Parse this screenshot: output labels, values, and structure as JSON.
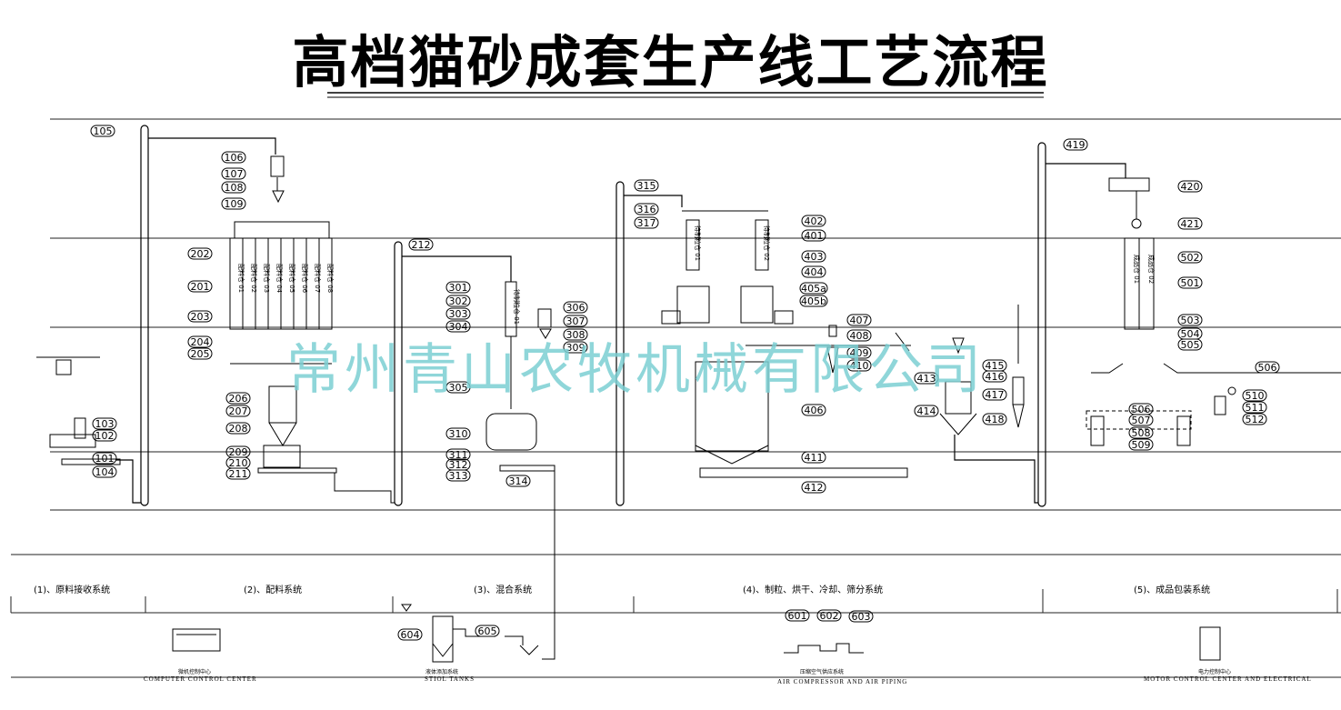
{
  "title": "高档猫砂成套生产线工艺流程",
  "watermark": "常州青山农牧机械有限公司",
  "labels": [
    "105",
    "106",
    "107",
    "108",
    "109",
    "202",
    "201",
    "203",
    "204",
    "205",
    "103",
    "102",
    "101",
    "104",
    "206",
    "207",
    "208",
    "209",
    "210",
    "211",
    "212",
    "301",
    "302",
    "303",
    "304",
    "305",
    "306",
    "307",
    "308",
    "309",
    "310",
    "311",
    "312",
    "313",
    "314",
    "315",
    "316",
    "317",
    "402",
    "401",
    "403",
    "404",
    "405a",
    "405b",
    "407",
    "408",
    "409",
    "410",
    "406",
    "411",
    "412",
    "413",
    "414",
    "415",
    "416",
    "417",
    "418",
    "419",
    "420",
    "421",
    "502",
    "501",
    "503",
    "504",
    "505",
    "506",
    "506",
    "507",
    "508",
    "509",
    "510",
    "511",
    "512",
    "601",
    "602",
    "603",
    "604",
    "605"
  ],
  "bins_a": [
    "配料仓 01",
    "配料仓 02",
    "配料仓 03",
    "配料仓 04",
    "配料仓 05",
    "配料仓 06",
    "配料仓 07",
    "配料仓 08"
  ],
  "bin_mix": "待制粒仓 01",
  "bins_c": [
    "待制粒仓 01",
    "待制粒仓 02"
  ],
  "bins_d": [
    "成品仓 01",
    "成品仓 02"
  ],
  "sections": [
    "(1)、原料接收系统",
    "(2)、配料系统",
    "(3)、混合系统",
    "(4)、制粒、烘干、冷却、筛分系统",
    "(5)、成品包装系统"
  ],
  "captions": {
    "c1_cn": "微机控制中心",
    "c1_en": "COMPUTER CONTROL CENTER",
    "c2_cn": "液体添加系统",
    "c2_en": "STIOL TANKS",
    "c3_cn": "压缩空气供应系统",
    "c3_en": "AIR COMPRESSOR AND AIR PIPING",
    "c4_cn": "电力控制中心",
    "c4_en": "MOTOR CONTROL CENTER AND ELECTRICAL"
  }
}
